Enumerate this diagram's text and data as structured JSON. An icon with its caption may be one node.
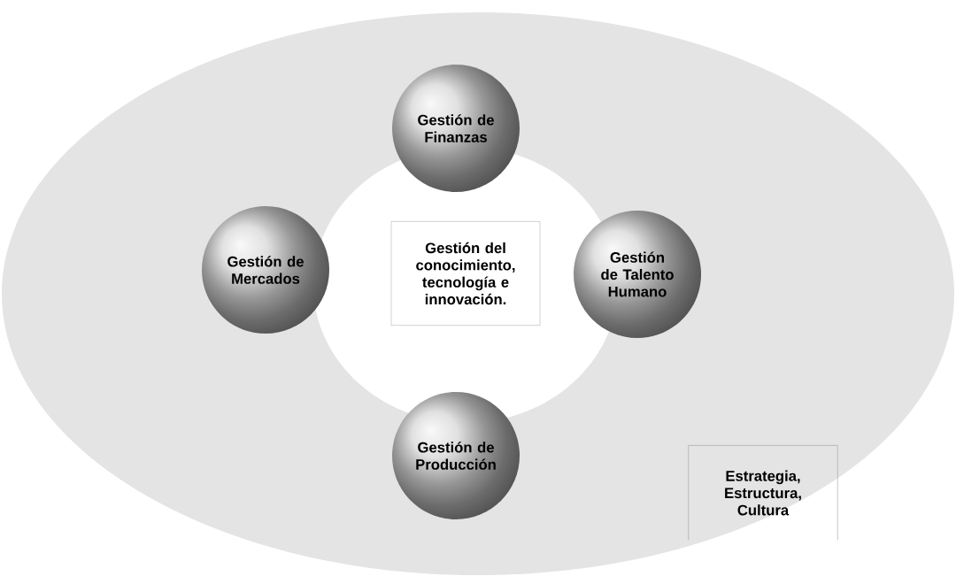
{
  "diagram": {
    "nodes": [
      {
        "text": [
          "Gestión de Finanzas"
        ]
      },
      {
        "text": [
          "Gestión de Mercados"
        ]
      },
      {
        "text": [
          "Gestión del conocimiento, tecnología e innovación."
        ]
      },
      {
        "text": [
          "Gestión de Talento Humano"
        ]
      },
      {
        "text": [
          "Gestión de Producción"
        ]
      },
      {
        "text": [
          "Estrategia, Estructura, Cultura"
        ]
      }
    ]
  }
}
